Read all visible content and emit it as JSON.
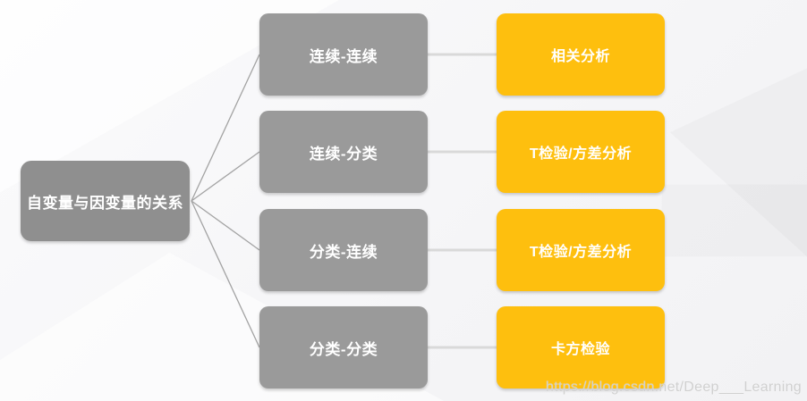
{
  "diagram": {
    "root": {
      "label": "自变量与因变量的关系"
    },
    "rows": [
      {
        "pair": "连续-连续",
        "method": "相关分析"
      },
      {
        "pair": "连续-分类",
        "method": "T检验/方差分析"
      },
      {
        "pair": "分类-连续",
        "method": "T检验/方差分析"
      },
      {
        "pair": "分类-分类",
        "method": "卡方检验"
      }
    ]
  },
  "colors": {
    "root_gray": "#8f8f8f",
    "node_gray": "#9a9a9a",
    "node_yellow": "#febf0e",
    "diagonal_line": "#a3a3a3",
    "connector_line": "#d9d9d9",
    "node_text": "#ffffff",
    "watermark_gray": "#d0d0d0"
  },
  "watermark": "https://blog.csdn.net/Deep___Learning"
}
